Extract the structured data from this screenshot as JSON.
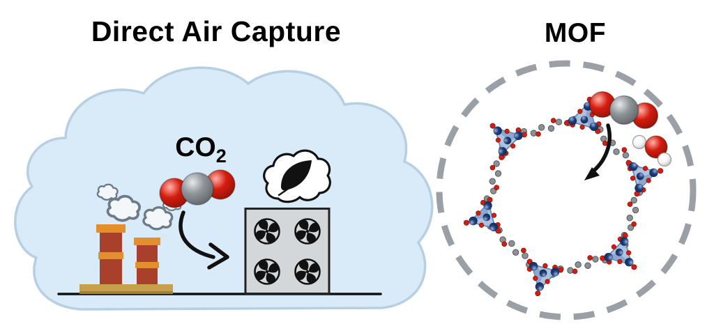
{
  "figure": {
    "dac": {
      "title": "Direct Air Capture",
      "co2_formula": "CO",
      "co2_subscript": "2"
    },
    "mof": {
      "title": "MOF"
    }
  },
  "icons": {
    "smoke": "smoke-puff-icon",
    "chimney": "smokestack-icon",
    "fan": "fan-swirl-icon",
    "leaf": "leaf-icon",
    "co2_molecule": "co2-molecule-icon",
    "water_molecule": "water-molecule-icon",
    "mof_node": "metal-cluster-icon",
    "mof_linker": "organic-linker-icon"
  },
  "colors": {
    "background": "#ffffff",
    "cloud_fill": "#d9eaf8",
    "cloud_stroke": "#b7cfe3",
    "co2_red": "#d41d0f",
    "co2_red_dark": "#8f1206",
    "co2_gray": "#8e9499",
    "co2_gray_dark": "#5c6165",
    "smoke_gray": "#6d7a88",
    "chimney_red": "#a8402c",
    "chimney_band": "#e2902f",
    "chimney_base": "#c7a04b",
    "fan_box_fill": "#d3d7d9",
    "mof_navy": "#1d3e78",
    "mof_tri_fill": "#a9bedd",
    "mof_tri_stroke": "#5577ad",
    "mof_linker_gray": "#8d9196",
    "dashed_ring": "#9aa0a6",
    "water_white": "#f4f4f4"
  }
}
